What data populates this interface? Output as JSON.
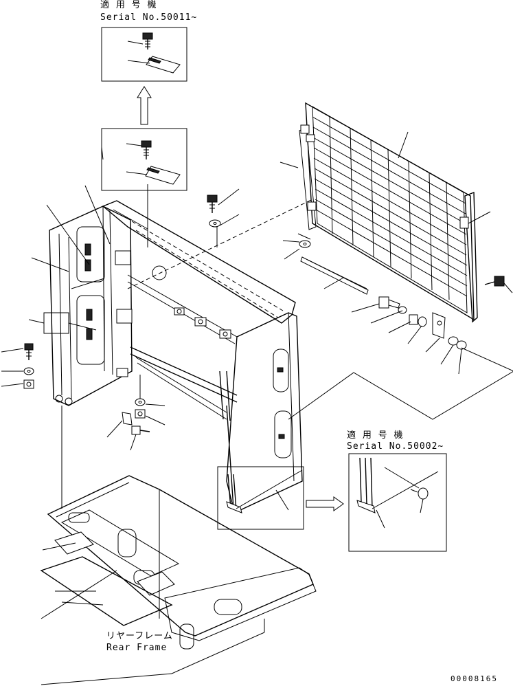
{
  "top_note": {
    "applicable": "適 用 号 機",
    "serial": "Serial No.50011~"
  },
  "right_note": {
    "applicable": "適 用 号 機",
    "serial": "Serial No.50002~"
  },
  "rear_frame": {
    "jp": "リヤーフレーム",
    "en": "Rear Frame"
  },
  "drawing_number": "00008165",
  "icons": [
    "bolt-icon",
    "washer-icon",
    "nut-icon",
    "arrow-up-icon",
    "arrow-right-icon"
  ]
}
